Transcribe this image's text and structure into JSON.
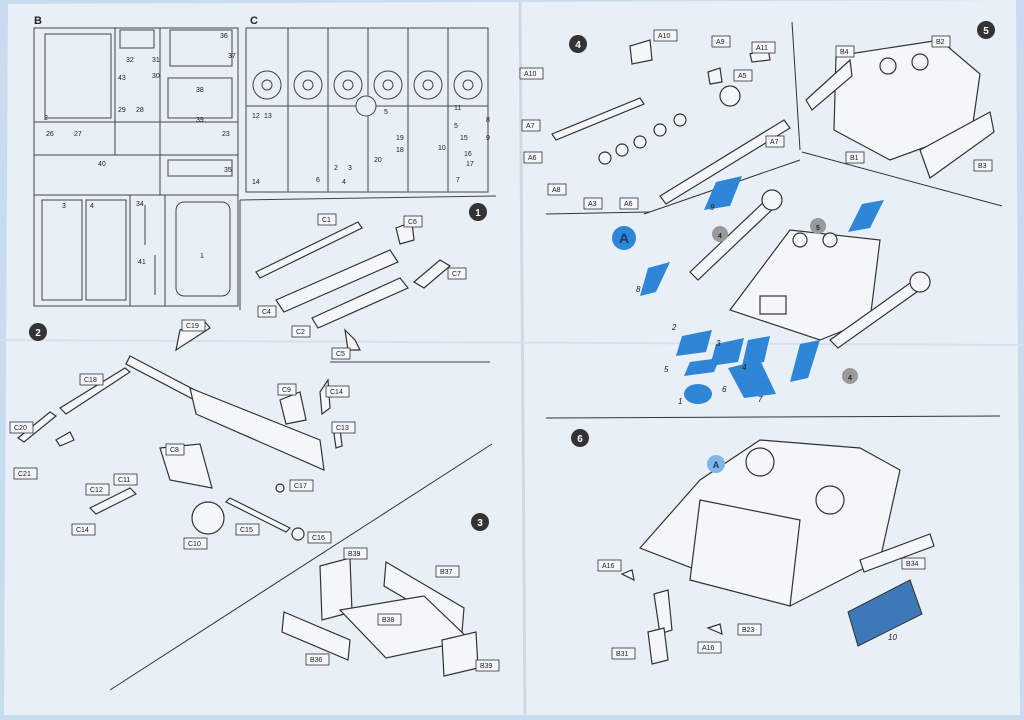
{
  "sprues": {
    "b_letter": "B",
    "c_letter": "C"
  },
  "sprue_b_numbers": [
    "2",
    "32",
    "31",
    "36",
    "37",
    "30",
    "43",
    "38",
    "29",
    "28",
    "39",
    "26",
    "27",
    "23",
    "40",
    "35",
    "3",
    "4",
    "34",
    "41",
    "1"
  ],
  "sprue_c_numbers": [
    "12",
    "13",
    "14",
    "6",
    "2",
    "3",
    "4",
    "5",
    "19",
    "18",
    "20",
    "10",
    "11",
    "5",
    "15",
    "16",
    "17",
    "7",
    "8",
    "9"
  ],
  "steps": [
    {
      "n": "1"
    },
    {
      "n": "2"
    },
    {
      "n": "3"
    },
    {
      "n": "4"
    },
    {
      "n": "5"
    },
    {
      "n": "6"
    }
  ],
  "step1_labels": [
    "C1",
    "C6",
    "C7",
    "C4",
    "C2",
    "C5"
  ],
  "step2_labels": [
    "C19",
    "C18",
    "C20",
    "C21",
    "C14",
    "C9",
    "C14",
    "C13",
    "C8",
    "C11",
    "C12",
    "C17",
    "C15",
    "C10",
    "C16"
  ],
  "step3_labels": [
    "B39",
    "B37",
    "B38",
    "B36",
    "B39"
  ],
  "step4_labels": [
    "A10",
    "A9",
    "A11",
    "A10",
    "A5",
    "A7",
    "A7",
    "A6",
    "A8",
    "A3",
    "A6"
  ],
  "step5_labels": [
    "B4",
    "B2",
    "B1",
    "B3"
  ],
  "step6_labels": [
    "A16",
    "B31",
    "A16",
    "B23",
    "B34"
  ],
  "callouts": {
    "a_circle": "A",
    "gray_4": "4",
    "gray_5": "5"
  },
  "decal_numbers": [
    "9",
    "8",
    "2",
    "3",
    "5",
    "6",
    "4",
    "1",
    "7",
    "10"
  ],
  "colors": {
    "paper": "#e9f0f7",
    "line": "#333333",
    "decal_blue": "#2f86d6",
    "step_circle": "#333333",
    "background": "#c9dcef"
  }
}
